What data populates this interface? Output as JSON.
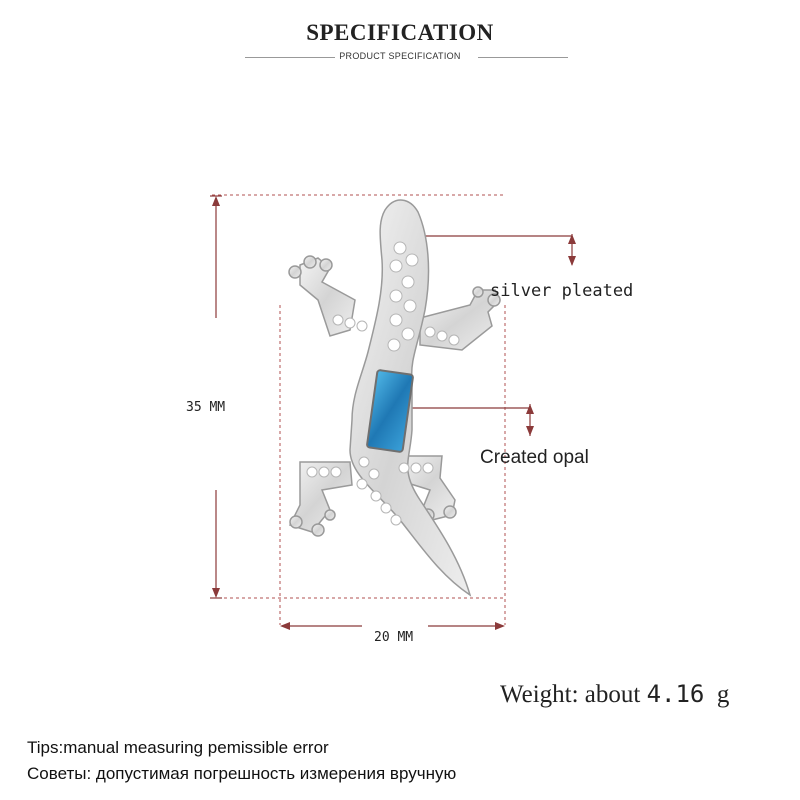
{
  "header": {
    "title": "SPECIFICATION",
    "subtitle": "PRODUCT SPECIFICATION"
  },
  "product": {
    "name": "lizard-pendant",
    "stone_color": "#2a8fc8",
    "metal_color": "#d9d9d9"
  },
  "dimensions": {
    "height": "35 MM",
    "width": "20 MM"
  },
  "callouts": {
    "material": "silver pleated",
    "stone": "Created opal"
  },
  "weight": {
    "label": "Weight: about ",
    "value": "4.16",
    "unit": "g"
  },
  "tips": {
    "english": "Tips:manual measuring pemissible error",
    "russian": "Советы: допустимая погрешность измерения вручную"
  },
  "colors": {
    "dimension_line": "#8b3a3a",
    "guide": "#b05050"
  }
}
